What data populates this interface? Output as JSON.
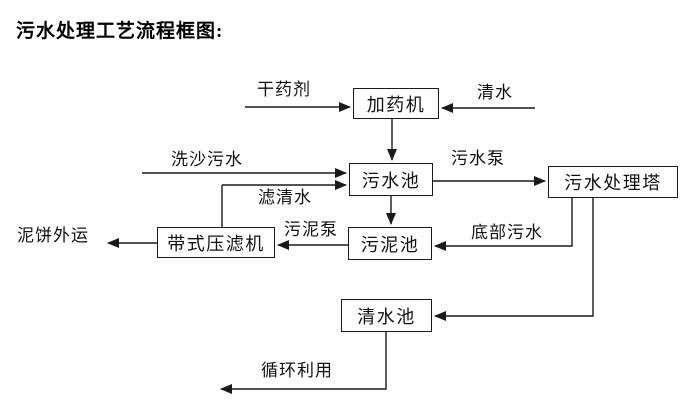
{
  "title": "污水处理工艺流程框图:",
  "colors": {
    "line": "#1a1a1a",
    "background": "#ffffff",
    "text": "#000000"
  },
  "diagram": {
    "nodes": [
      {
        "id": "dosing-machine",
        "label": "加药机"
      },
      {
        "id": "sewage-pool",
        "label": "污水池"
      },
      {
        "id": "treatment-tower",
        "label": "污水处理塔"
      },
      {
        "id": "sludge-pool",
        "label": "污泥池"
      },
      {
        "id": "belt-filter-press",
        "label": "带式压滤机"
      },
      {
        "id": "clear-water-pool",
        "label": "清水池"
      }
    ],
    "flow_labels": [
      {
        "id": "dry-chemical",
        "text": "干药剂"
      },
      {
        "id": "clear-water-in",
        "text": "清水"
      },
      {
        "id": "sand-washing-sewage",
        "text": "洗沙污水"
      },
      {
        "id": "filtered-water",
        "text": "滤清水"
      },
      {
        "id": "sewage-pump",
        "text": "污水泵"
      },
      {
        "id": "sludge-pump",
        "text": "污泥泵"
      },
      {
        "id": "mud-cake-outbound",
        "text": "泥饼外运"
      },
      {
        "id": "bottom-sewage",
        "text": "底部污水"
      },
      {
        "id": "recycle-reuse",
        "text": "循环利用"
      }
    ]
  }
}
